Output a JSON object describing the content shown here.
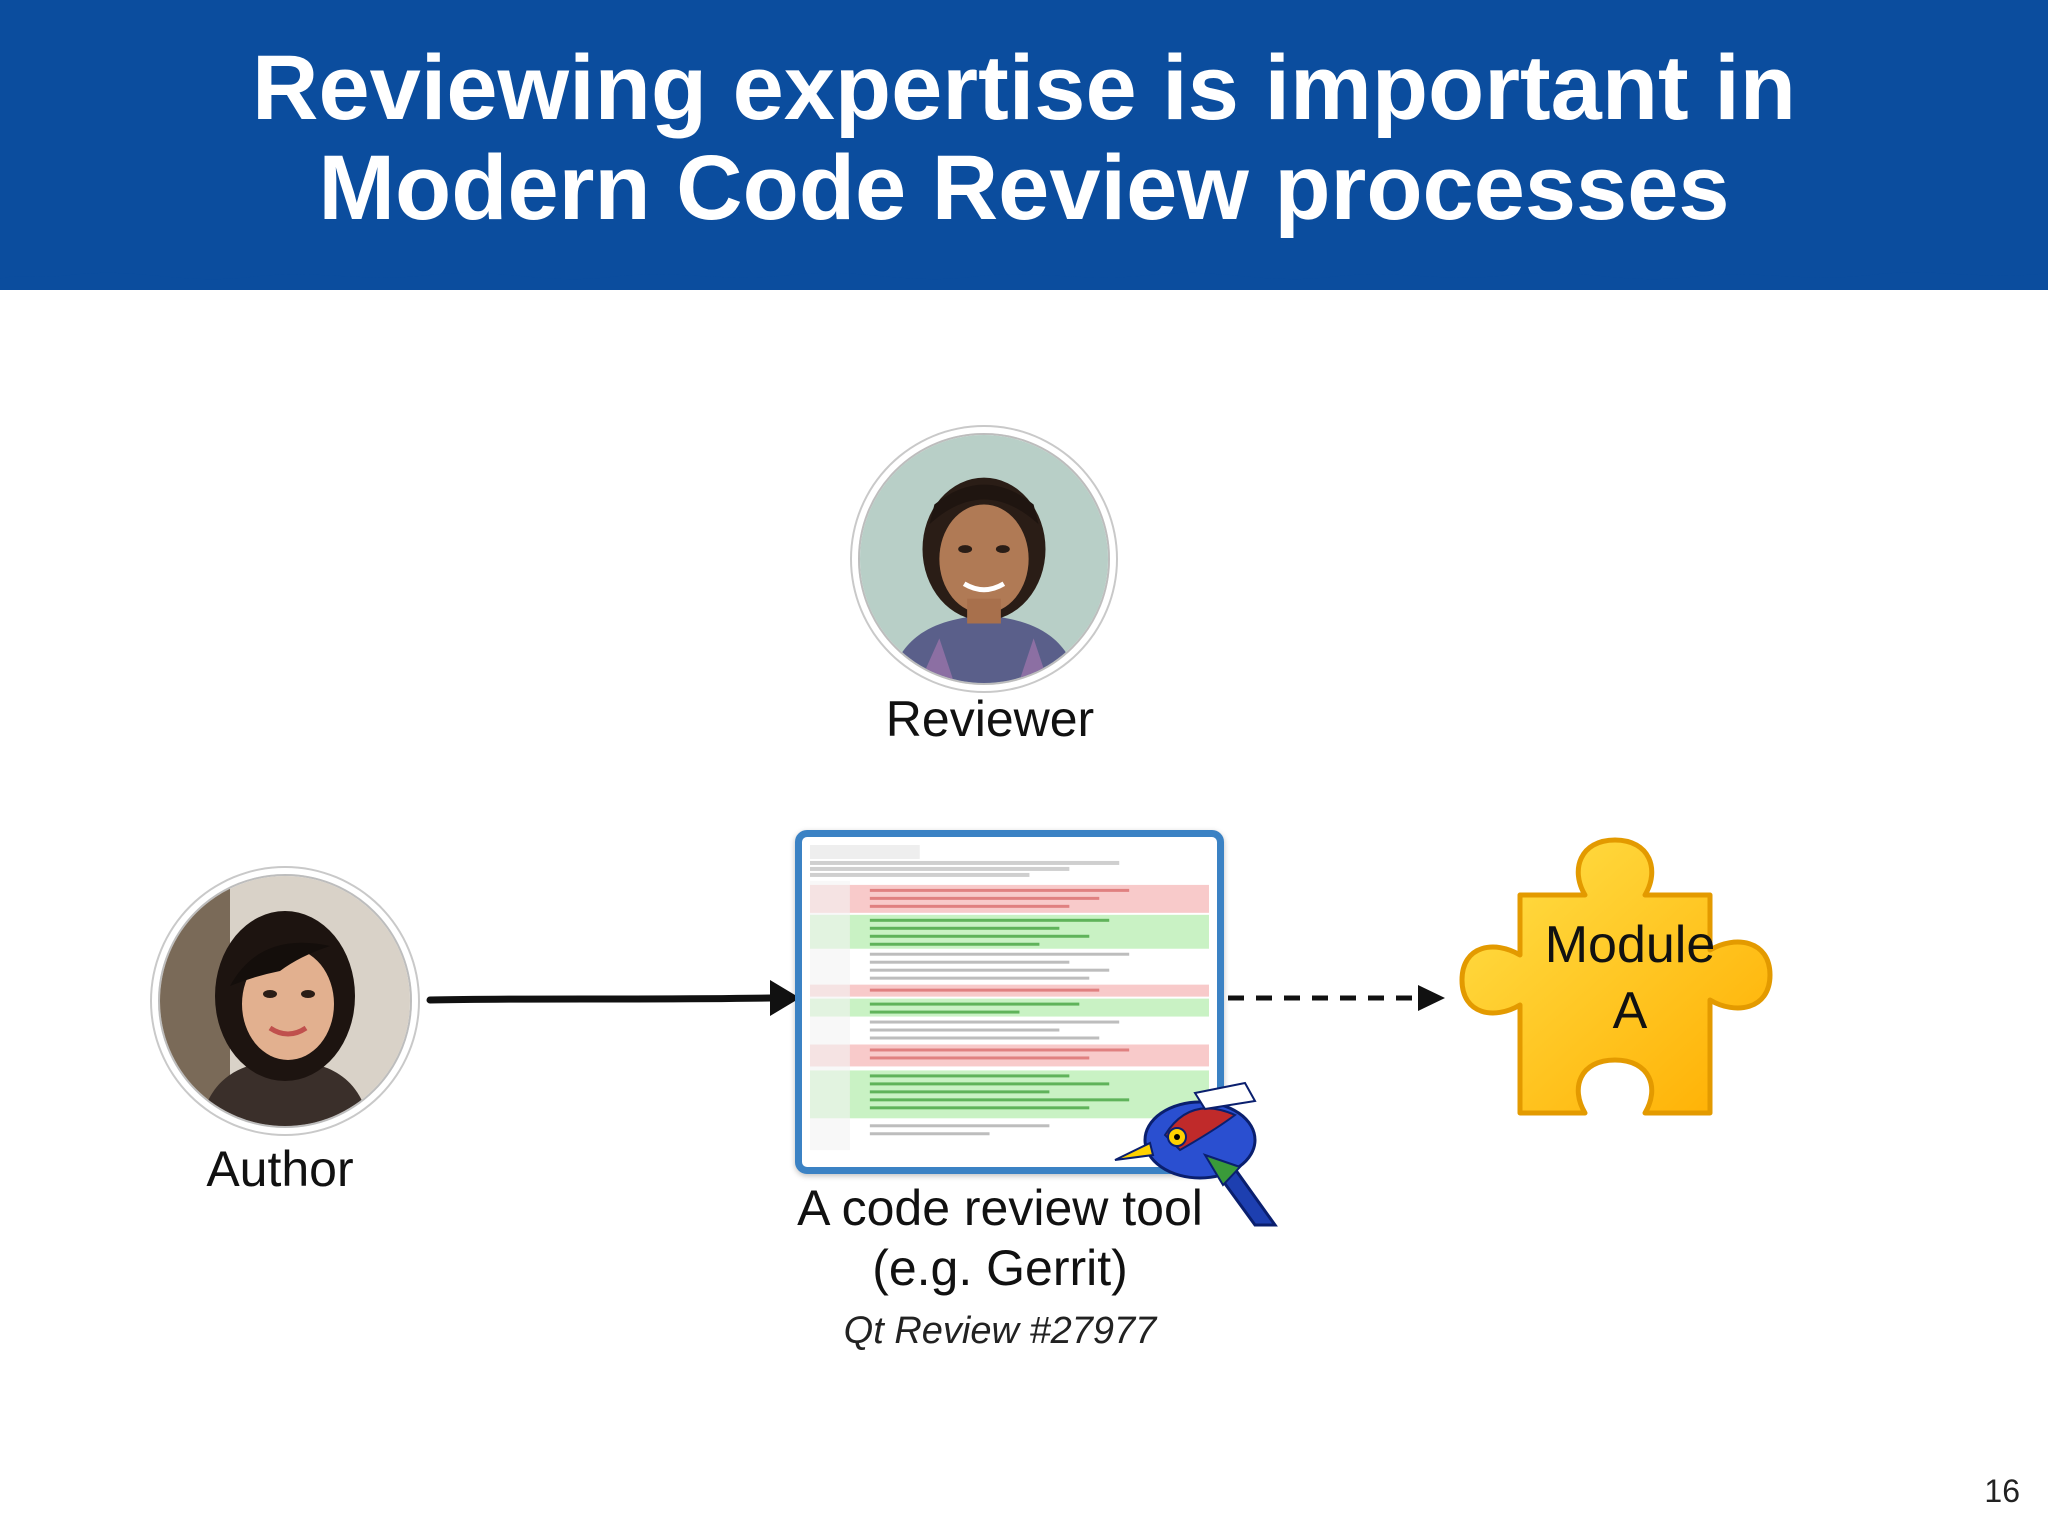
{
  "slide": {
    "title_line1": "Reviewing expertise is important in",
    "title_line2": "Modern Code Review processes",
    "number": "16"
  },
  "diagram": {
    "reviewer_label": "Reviewer",
    "author_label": "Author",
    "tool_label_line1": "A code review tool",
    "tool_label_line2": "(e.g. Gerrit)",
    "tool_source": "Qt Review #27977",
    "module_label_line1": "Module",
    "module_label_line2": "A"
  },
  "colors": {
    "banner": "#0b4d9e",
    "tool_border": "#3b82c4",
    "puzzle": "#ffc61a",
    "diff_added": "#c9f2c4",
    "diff_removed": "#f8caca"
  },
  "icons": [
    "reviewer-avatar",
    "author-avatar",
    "puzzle-piece-icon",
    "gerrit-mascot-icon",
    "arrow-icon"
  ]
}
